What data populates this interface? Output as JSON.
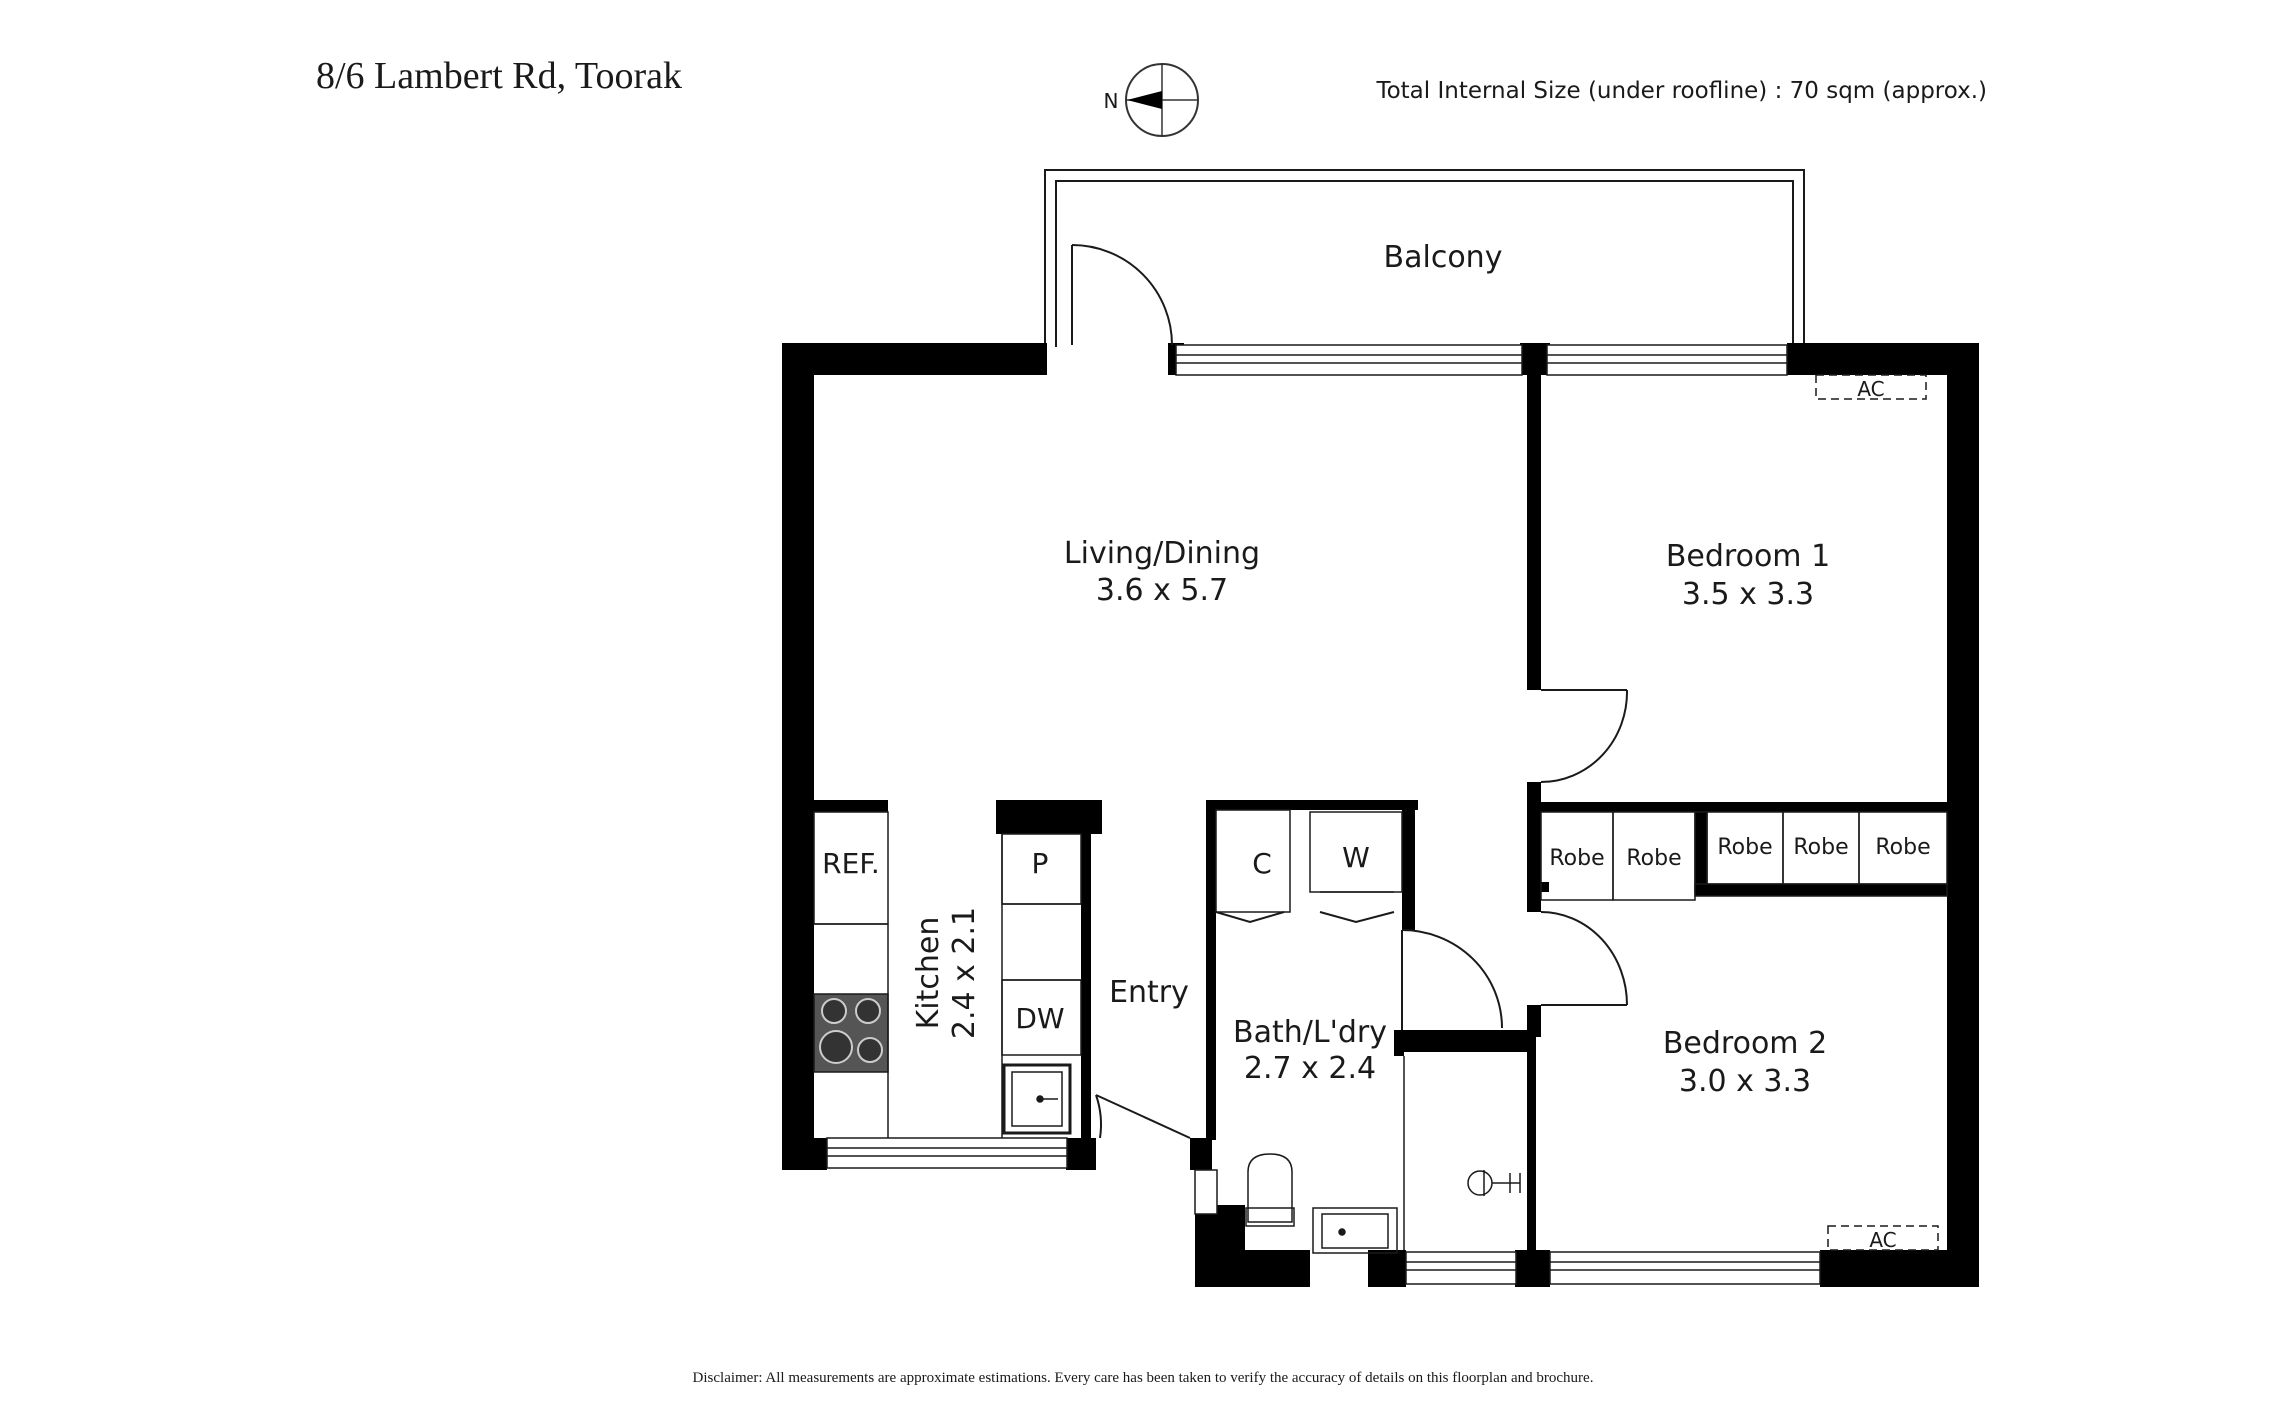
{
  "title": "8/6 Lambert Rd, Toorak",
  "total_size": "Total Internal Size (under roofline) :  70 sqm (approx.)",
  "compass": {
    "north_label": "N"
  },
  "disclaimer": "Disclaimer: All measurements are approximate estimations. Every care has been taken to verify the accuracy of details on this floorplan and brochure.",
  "rooms": {
    "balcony": "Balcony",
    "living": {
      "name": "Living/Dining",
      "size": "3.6 x 5.7"
    },
    "bedroom1": {
      "name": "Bedroom 1",
      "size": "3.5 x 3.3"
    },
    "bedroom2": {
      "name": "Bedroom 2",
      "size": "3.0 x 3.3"
    },
    "kitchen": {
      "name": "Kitchen",
      "size": "2.4 x 2.1"
    },
    "entry": "Entry",
    "bath": {
      "name": "Bath/L'dry",
      "size": "2.7 x 2.4"
    }
  },
  "fixtures": {
    "ref": "REF.",
    "pantry": "P",
    "dishwasher": "DW",
    "cupboard": "C",
    "washer": "W",
    "robe": "Robe",
    "ac": "AC"
  },
  "colors": {
    "wall": "#000000",
    "line": "#1a1a1a",
    "text": "#1a1a1a",
    "glass": "#cccccc"
  }
}
